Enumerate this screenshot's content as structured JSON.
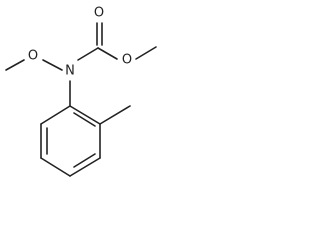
{
  "molecule": {
    "atoms": {
      "nitrogen": "N",
      "carbonyl_oxygen": "O",
      "ester_oxygen": "O",
      "methoxy_oxygen": "O"
    }
  },
  "colors": {
    "bond": "#222222",
    "label": "#222222",
    "background": "#ffffff"
  }
}
